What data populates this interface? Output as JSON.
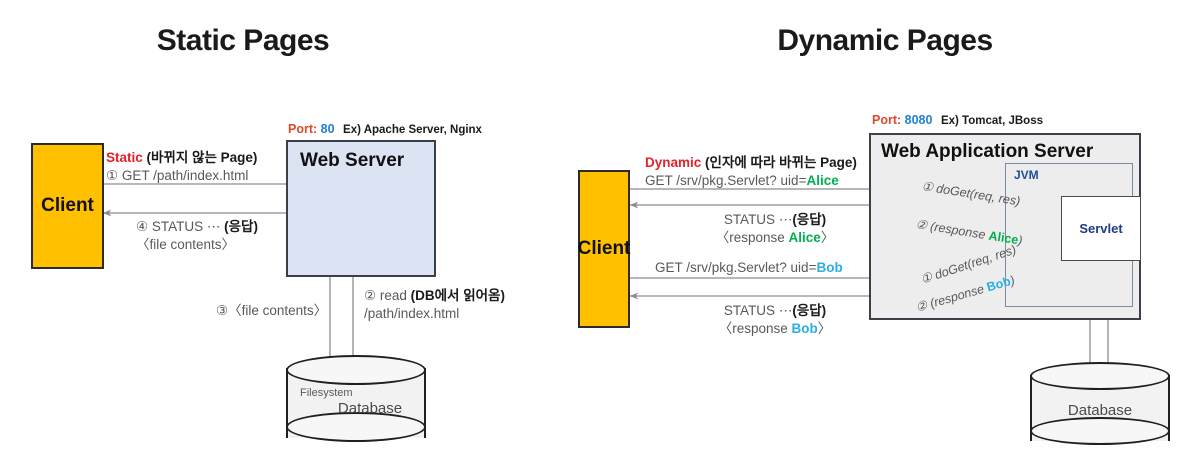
{
  "titles": {
    "left": "Static Pages",
    "right": "Dynamic Pages"
  },
  "static_section": {
    "client": {
      "label": "Client"
    },
    "port": {
      "key": "Port:",
      "number": "80",
      "example": "Ex) Apache Server, Nginx"
    },
    "server": {
      "label": "Web Server"
    },
    "database": {
      "sublabel": "Filesystem",
      "label": "Database"
    },
    "flows": [
      {
        "id": "req1",
        "line1_prefix": "Static",
        "line1_rest": " (바뀌지 않는 Page)",
        "line2": "① GET /path/index.html"
      },
      {
        "id": "res4",
        "line1": "④ STATUS ⋯",
        "line1_bold": " (응답)",
        "line2": "〈file contents〉"
      },
      {
        "id": "read2",
        "line1_prefix": "② read ",
        "line1_bold": "(DB에서 읽어옴)",
        "line2": "/path/index.html"
      },
      {
        "id": "ret3",
        "line1": "③〈file contents〉"
      }
    ]
  },
  "dynamic_section": {
    "client": {
      "label": "Client"
    },
    "port": {
      "key": "Port:",
      "number": "8080",
      "example": "Ex) Tomcat, JBoss"
    },
    "server": {
      "label": "Web Application Server"
    },
    "jvm": {
      "label": "JVM"
    },
    "servlet": {
      "label": "Servlet"
    },
    "database": {
      "label": "Database"
    },
    "flows": [
      {
        "id": "alice-request",
        "line1_prefix": "Dynamic",
        "line1_rest": " (인자에 따라 바뀌는 Page)",
        "line2_prefix": "GET /srv/pkg.Servlet? uid=",
        "line2_user": "Alice"
      },
      {
        "id": "alice-response",
        "line1": "STATUS ⋯",
        "line1_bold": "(응답)",
        "line2_prefix": "〈response ",
        "line2_user": "Alice",
        "line2_suffix": "〉"
      },
      {
        "id": "bob-request",
        "line1_prefix": "GET /srv/pkg.Servlet? uid=",
        "line1_user": "Bob"
      },
      {
        "id": "bob-response",
        "line1": "STATUS ⋯",
        "line1_bold": "(응답)",
        "line2_prefix": "〈response ",
        "line2_user": "Bob",
        "line2_suffix": "〉"
      }
    ],
    "internal_flows": [
      {
        "id": "alice-doget",
        "text": "① doGet(req, res)"
      },
      {
        "id": "alice-resp",
        "prefix": "② (response ",
        "user": "Alice",
        "suffix": ")"
      },
      {
        "id": "bob-doget",
        "text": "① doGet(req, res)"
      },
      {
        "id": "bob-resp",
        "prefix": "② (response ",
        "user": "Bob",
        "suffix": ")"
      }
    ]
  },
  "colors": {
    "client_fill": "#FFC000",
    "webserver_fill": "#DCE3F2",
    "was_fill": "#EDEDED",
    "accent_red": "#E8202A",
    "accent_blue": "#1F7FD4",
    "user_alice": "#00B050",
    "user_bob": "#2BAEE8",
    "arrow": "#8C8C8C"
  }
}
